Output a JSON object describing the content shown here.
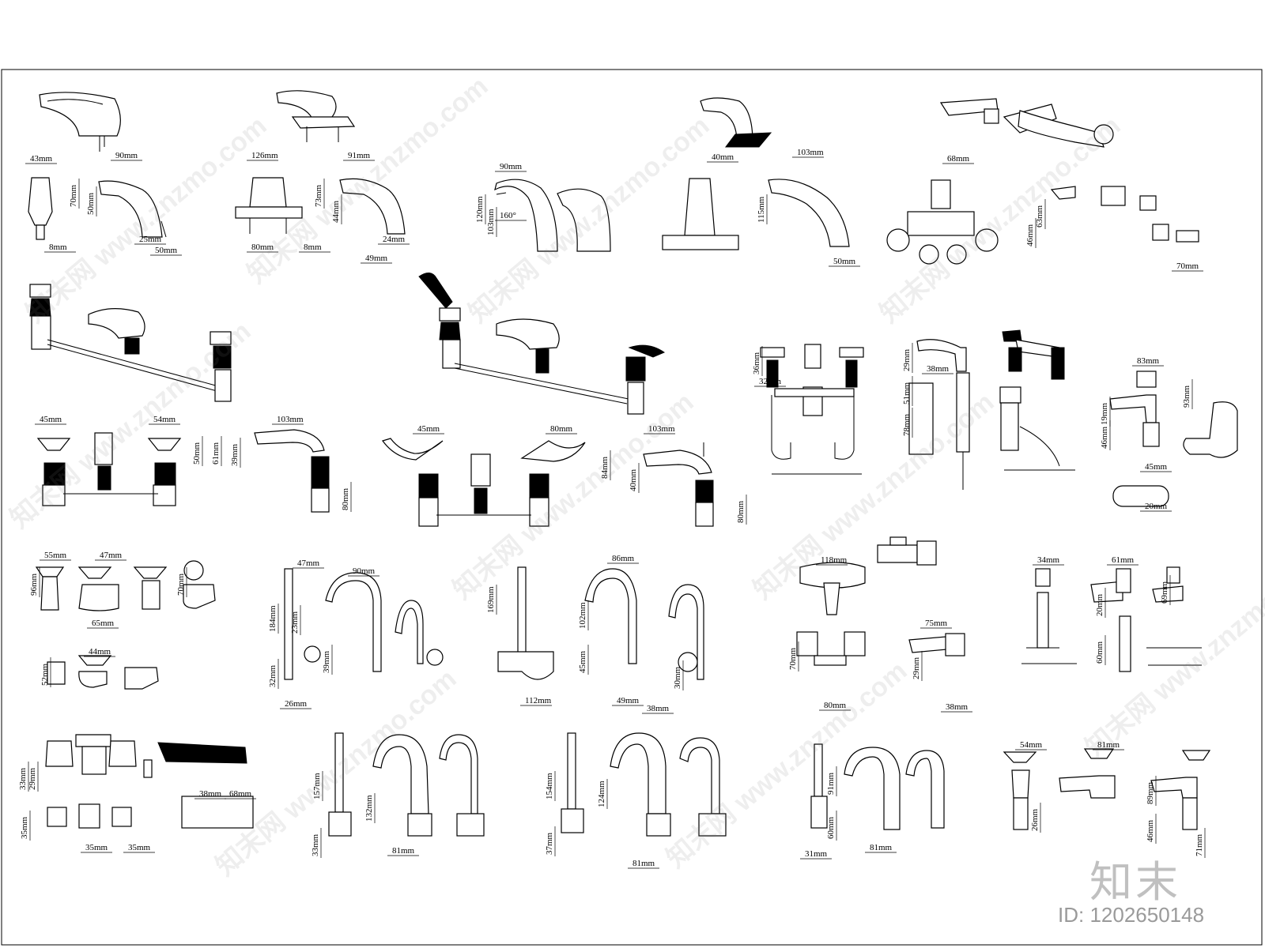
{
  "brand": {
    "logo_text": "知末",
    "asset_id": "ID: 1202650148",
    "watermark": "知末网 www.znzmo.com"
  },
  "dims": [
    "43mm",
    "90mm",
    "70mm",
    "50mm",
    "8mm",
    "25mm",
    "50mm",
    "126mm",
    "91mm",
    "73mm",
    "44mm",
    "80mm",
    "8mm",
    "24mm",
    "49mm",
    "90mm",
    "120mm",
    "103mm",
    "160°",
    "40mm",
    "103mm",
    "115mm",
    "50mm",
    "68mm",
    "63mm",
    "46mm",
    "70mm",
    "45mm",
    "54mm",
    "50mm",
    "61mm",
    "39mm",
    "103mm",
    "80mm",
    "45mm",
    "80mm",
    "84mm",
    "103mm",
    "40mm",
    "80mm",
    "36mm",
    "32mm",
    "29mm",
    "38mm",
    "51mm",
    "78mm",
    "83mm",
    "93mm",
    "46mm",
    "19mm",
    "45mm",
    "20mm",
    "55mm",
    "47mm",
    "96mm",
    "70mm",
    "65mm",
    "44mm",
    "52mm",
    "47mm",
    "90mm",
    "184mm",
    "23mm",
    "32mm",
    "26mm",
    "39mm",
    "86mm",
    "169mm",
    "102mm",
    "45mm",
    "112mm",
    "49mm",
    "38mm",
    "30mm",
    "118mm",
    "70mm",
    "80mm",
    "75mm",
    "29mm",
    "38mm",
    "34mm",
    "61mm",
    "20mm",
    "60mm",
    "69mm",
    "33mm",
    "29mm",
    "35mm",
    "35mm",
    "35mm",
    "38mm",
    "68mm",
    "157mm",
    "132mm",
    "33mm",
    "81mm",
    "154mm",
    "124mm",
    "37mm",
    "81mm",
    "91mm",
    "60mm",
    "31mm",
    "81mm",
    "54mm",
    "81mm",
    "26mm",
    "89mm",
    "46mm",
    "71mm"
  ]
}
